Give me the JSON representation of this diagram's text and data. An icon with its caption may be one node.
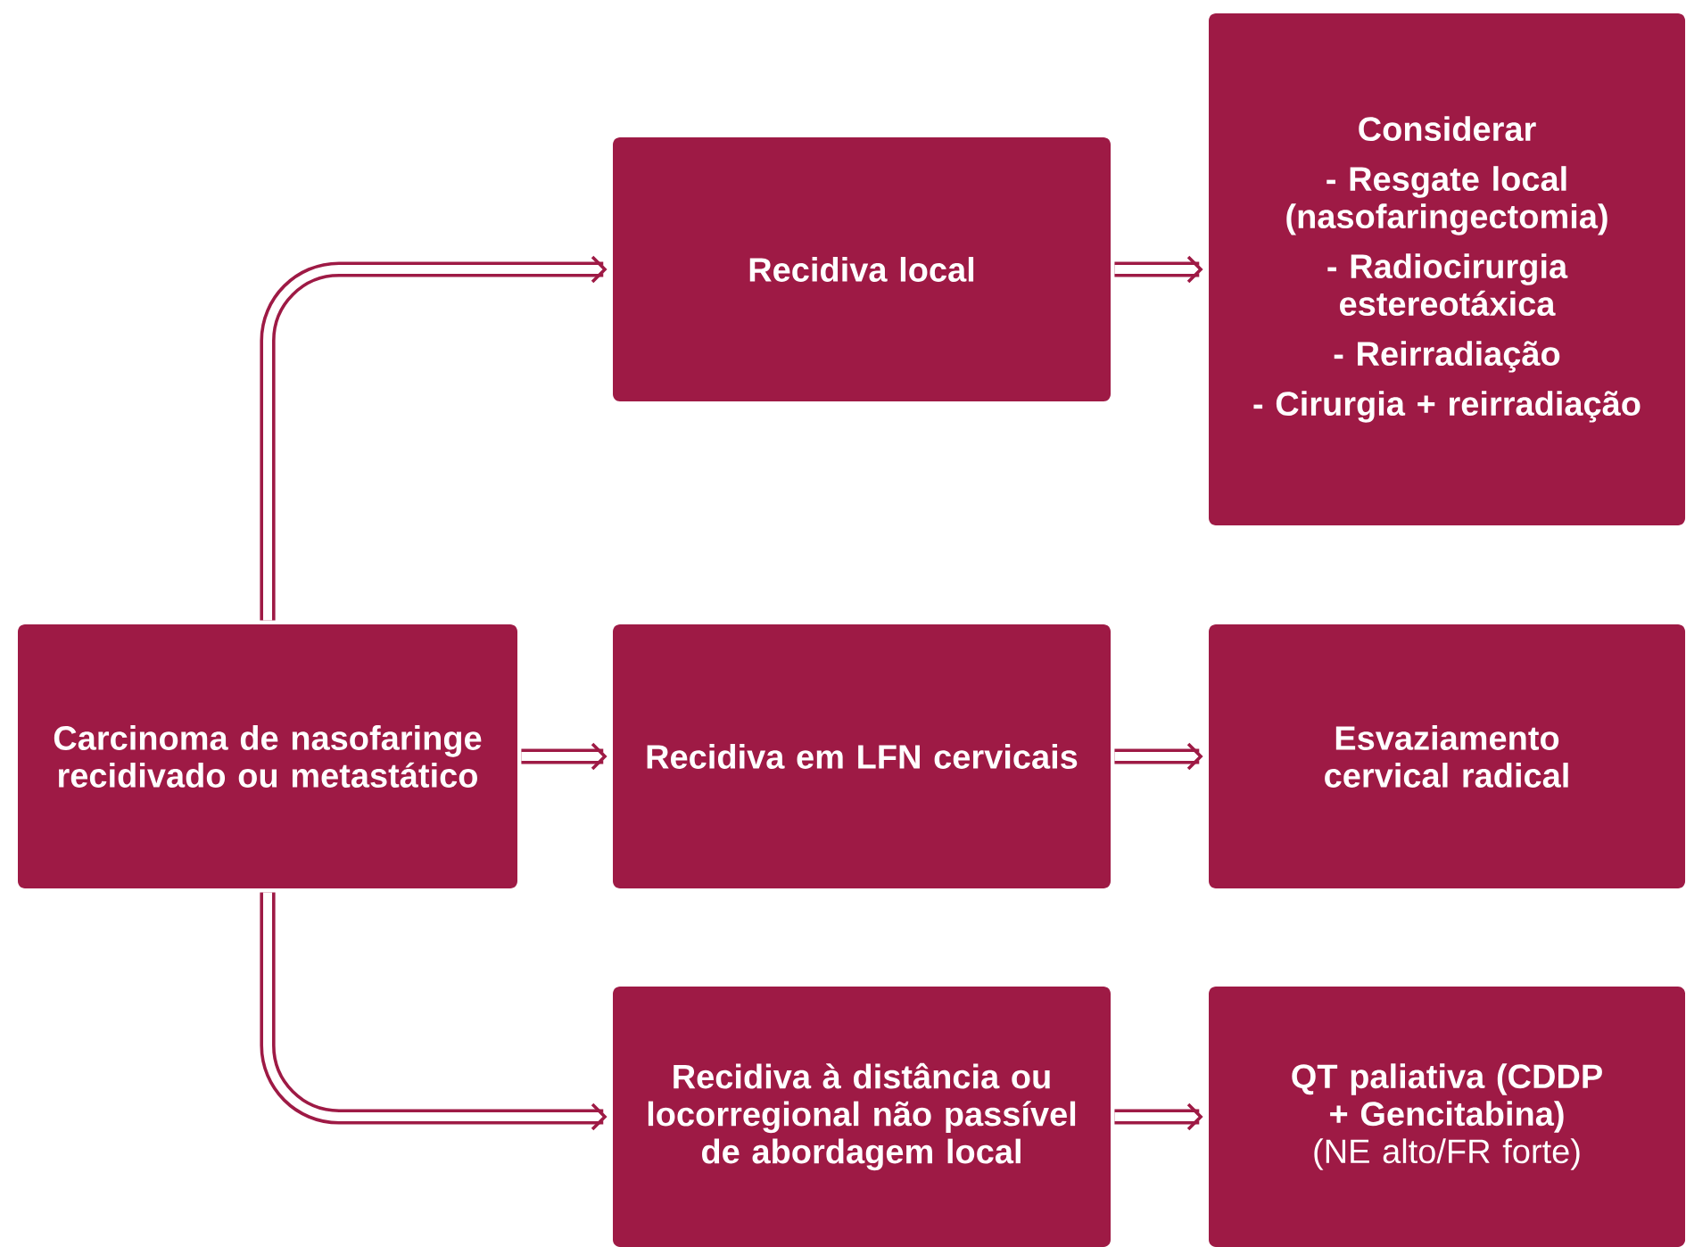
{
  "diagram": {
    "nodes": [
      {
        "text": [
          "Carcinoma de nasofaringe recidivado ou metastático"
        ]
      },
      {
        "text": [
          "Recidiva local"
        ]
      },
      {
        "text": [
          "Considerar",
          "- Resgate local (nasofaringectomia)",
          "- Radiocirurgia estereotáxica",
          "- Reirradiação",
          "- Cirurgia + reirradiação"
        ]
      },
      {
        "text": [
          "Recidiva em LFN cervicais"
        ]
      },
      {
        "text": [
          "Esvaziamento cervical radical"
        ]
      },
      {
        "text": [
          "Recidiva à distância ou locorregional não passível de abordagem local"
        ]
      },
      {
        "text": [
          "QT paliativa (CDDP + Gencitabina)",
          "(NE alto/FR forte)"
        ]
      }
    ],
    "edges": [
      {
        "from": 0,
        "to": 1,
        "arrow": "to"
      },
      {
        "from": 0,
        "to": 3,
        "arrow": "to"
      },
      {
        "from": 0,
        "to": 5,
        "arrow": "to"
      },
      {
        "from": 1,
        "to": 2,
        "arrow": "to"
      },
      {
        "from": 3,
        "to": 4,
        "arrow": "to"
      },
      {
        "from": 5,
        "to": 6,
        "arrow": "to"
      }
    ]
  }
}
